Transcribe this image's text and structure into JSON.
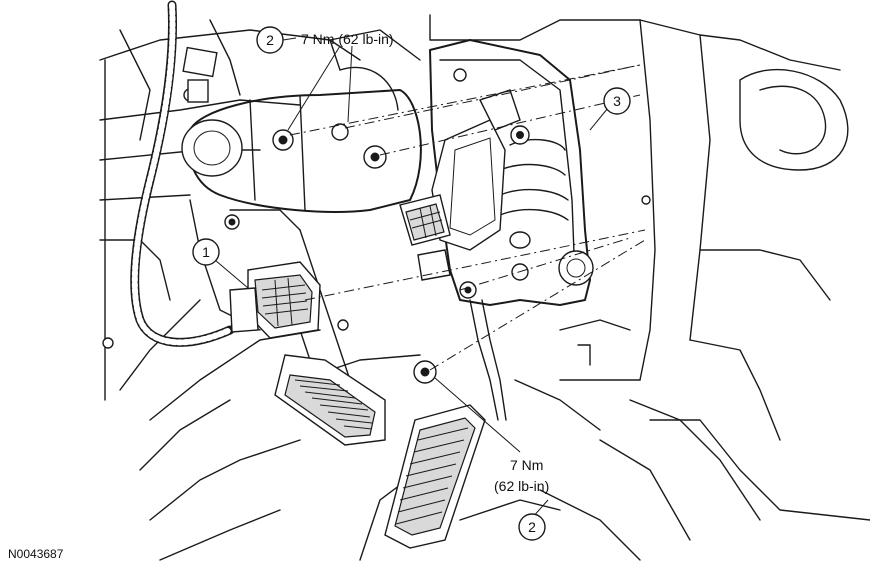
{
  "figure_id": "N0043687",
  "callouts": [
    {
      "number": "1"
    },
    {
      "number": "2"
    },
    {
      "number": "3"
    },
    {
      "number": "2"
    }
  ],
  "torque_top": "7 Nm (62 lb-in)",
  "torque_bottom_line1": "7 Nm",
  "torque_bottom_line2": "(62 lb-in)"
}
